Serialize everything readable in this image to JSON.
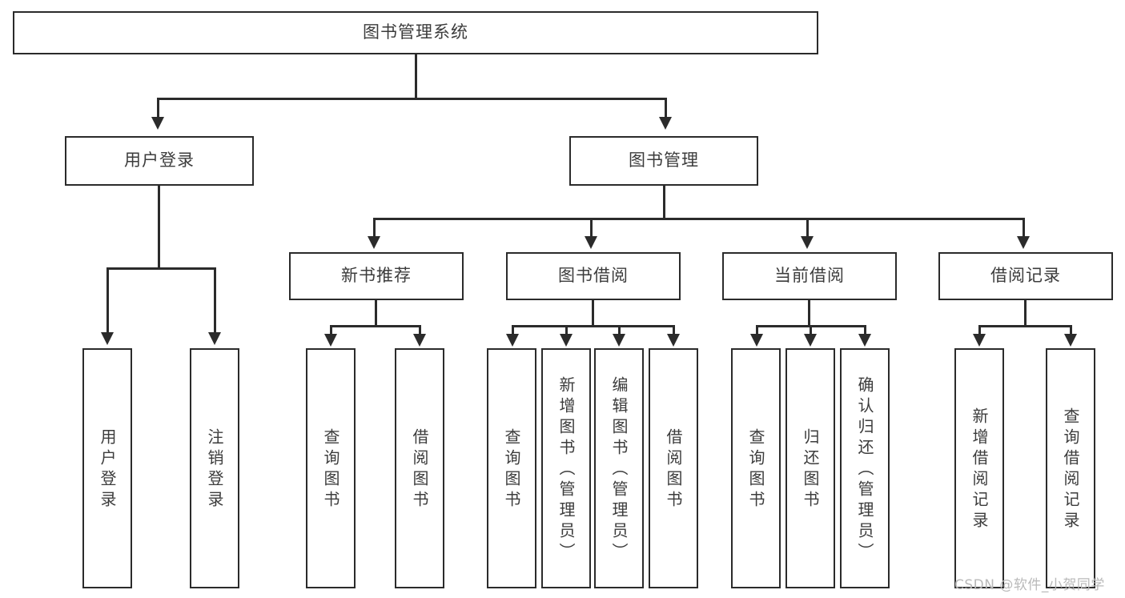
{
  "diagram": {
    "type": "tree-hierarchy",
    "title": "图书管理系统",
    "root": {
      "id": "root",
      "label": "图书管理系统",
      "orientation": "horizontal"
    },
    "level2": [
      {
        "id": "user-login",
        "label": "用户登录",
        "orientation": "horizontal"
      },
      {
        "id": "book-manage",
        "label": "图书管理",
        "orientation": "horizontal"
      }
    ],
    "level3": [
      {
        "id": "new-book-recommend",
        "label": "新书推荐",
        "orientation": "horizontal",
        "parent": "book-manage"
      },
      {
        "id": "book-borrow",
        "label": "图书借阅",
        "orientation": "horizontal",
        "parent": "book-manage"
      },
      {
        "id": "current-borrow",
        "label": "当前借阅",
        "orientation": "horizontal",
        "parent": "book-manage"
      },
      {
        "id": "borrow-record",
        "label": "借阅记录",
        "orientation": "horizontal",
        "parent": "book-manage"
      }
    ],
    "leaves": [
      {
        "id": "leaf-user-login",
        "label": "用户登录",
        "parent": "user-login"
      },
      {
        "id": "leaf-logout-login",
        "label": "注销登录",
        "parent": "user-login"
      },
      {
        "id": "leaf-query-book-1",
        "label": "查询图书",
        "parent": "new-book-recommend"
      },
      {
        "id": "leaf-borrow-book-1",
        "label": "借阅图书",
        "parent": "new-book-recommend"
      },
      {
        "id": "leaf-query-book-2",
        "label": "查询图书",
        "parent": "book-borrow"
      },
      {
        "id": "leaf-add-book",
        "label": "新增图书（管理员）",
        "parent": "book-borrow"
      },
      {
        "id": "leaf-edit-book",
        "label": "编辑图书（管理员）",
        "parent": "book-borrow"
      },
      {
        "id": "leaf-borrow-book-2",
        "label": "借阅图书",
        "parent": "book-borrow"
      },
      {
        "id": "leaf-query-book-3",
        "label": "查询图书",
        "parent": "current-borrow"
      },
      {
        "id": "leaf-return-book",
        "label": "归还图书",
        "parent": "current-borrow"
      },
      {
        "id": "leaf-confirm-return",
        "label": "确认归还（管理员）",
        "parent": "current-borrow"
      },
      {
        "id": "leaf-add-record",
        "label": "新增借阅记录",
        "parent": "borrow-record"
      },
      {
        "id": "leaf-query-record",
        "label": "查询借阅记录",
        "parent": "borrow-record"
      }
    ]
  },
  "watermark": {
    "text": "CSDN @软件_小贺同学"
  },
  "colors": {
    "stroke": "#2b2b2b",
    "text": "#3c3c3c",
    "background": "#ffffff",
    "watermark": "#b9b9b9"
  }
}
